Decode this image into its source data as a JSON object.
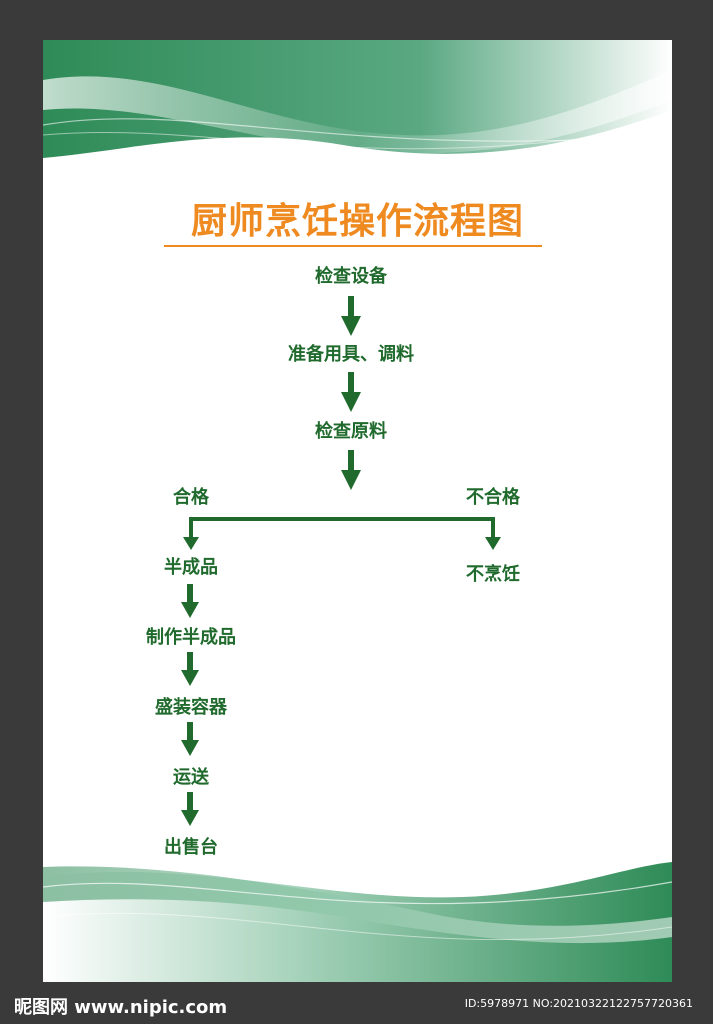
{
  "title": "厨师烹饪操作流程图",
  "colors": {
    "title": "#ee8a1f",
    "step_text": "#1f6a2c",
    "arrow": "#1f6a2c",
    "wave": "#2e8b57",
    "page_bg": "#3a3a3a"
  },
  "steps": {
    "check_equipment": "检查设备",
    "prepare_tools": "准备用具、调料",
    "check_materials": "检查原料",
    "qualified": "合格",
    "unqualified": "不合格",
    "semi_finished": "半成品",
    "make_semi_finished": "制作半成品",
    "fill_container": "盛装容器",
    "transport": "运送",
    "counter": "出售台",
    "no_cooking": "不烹饪"
  },
  "footer": {
    "logo": "昵图网 www.nipic.com",
    "id_text": "ID:5978971 NO:20210322122757720361"
  }
}
